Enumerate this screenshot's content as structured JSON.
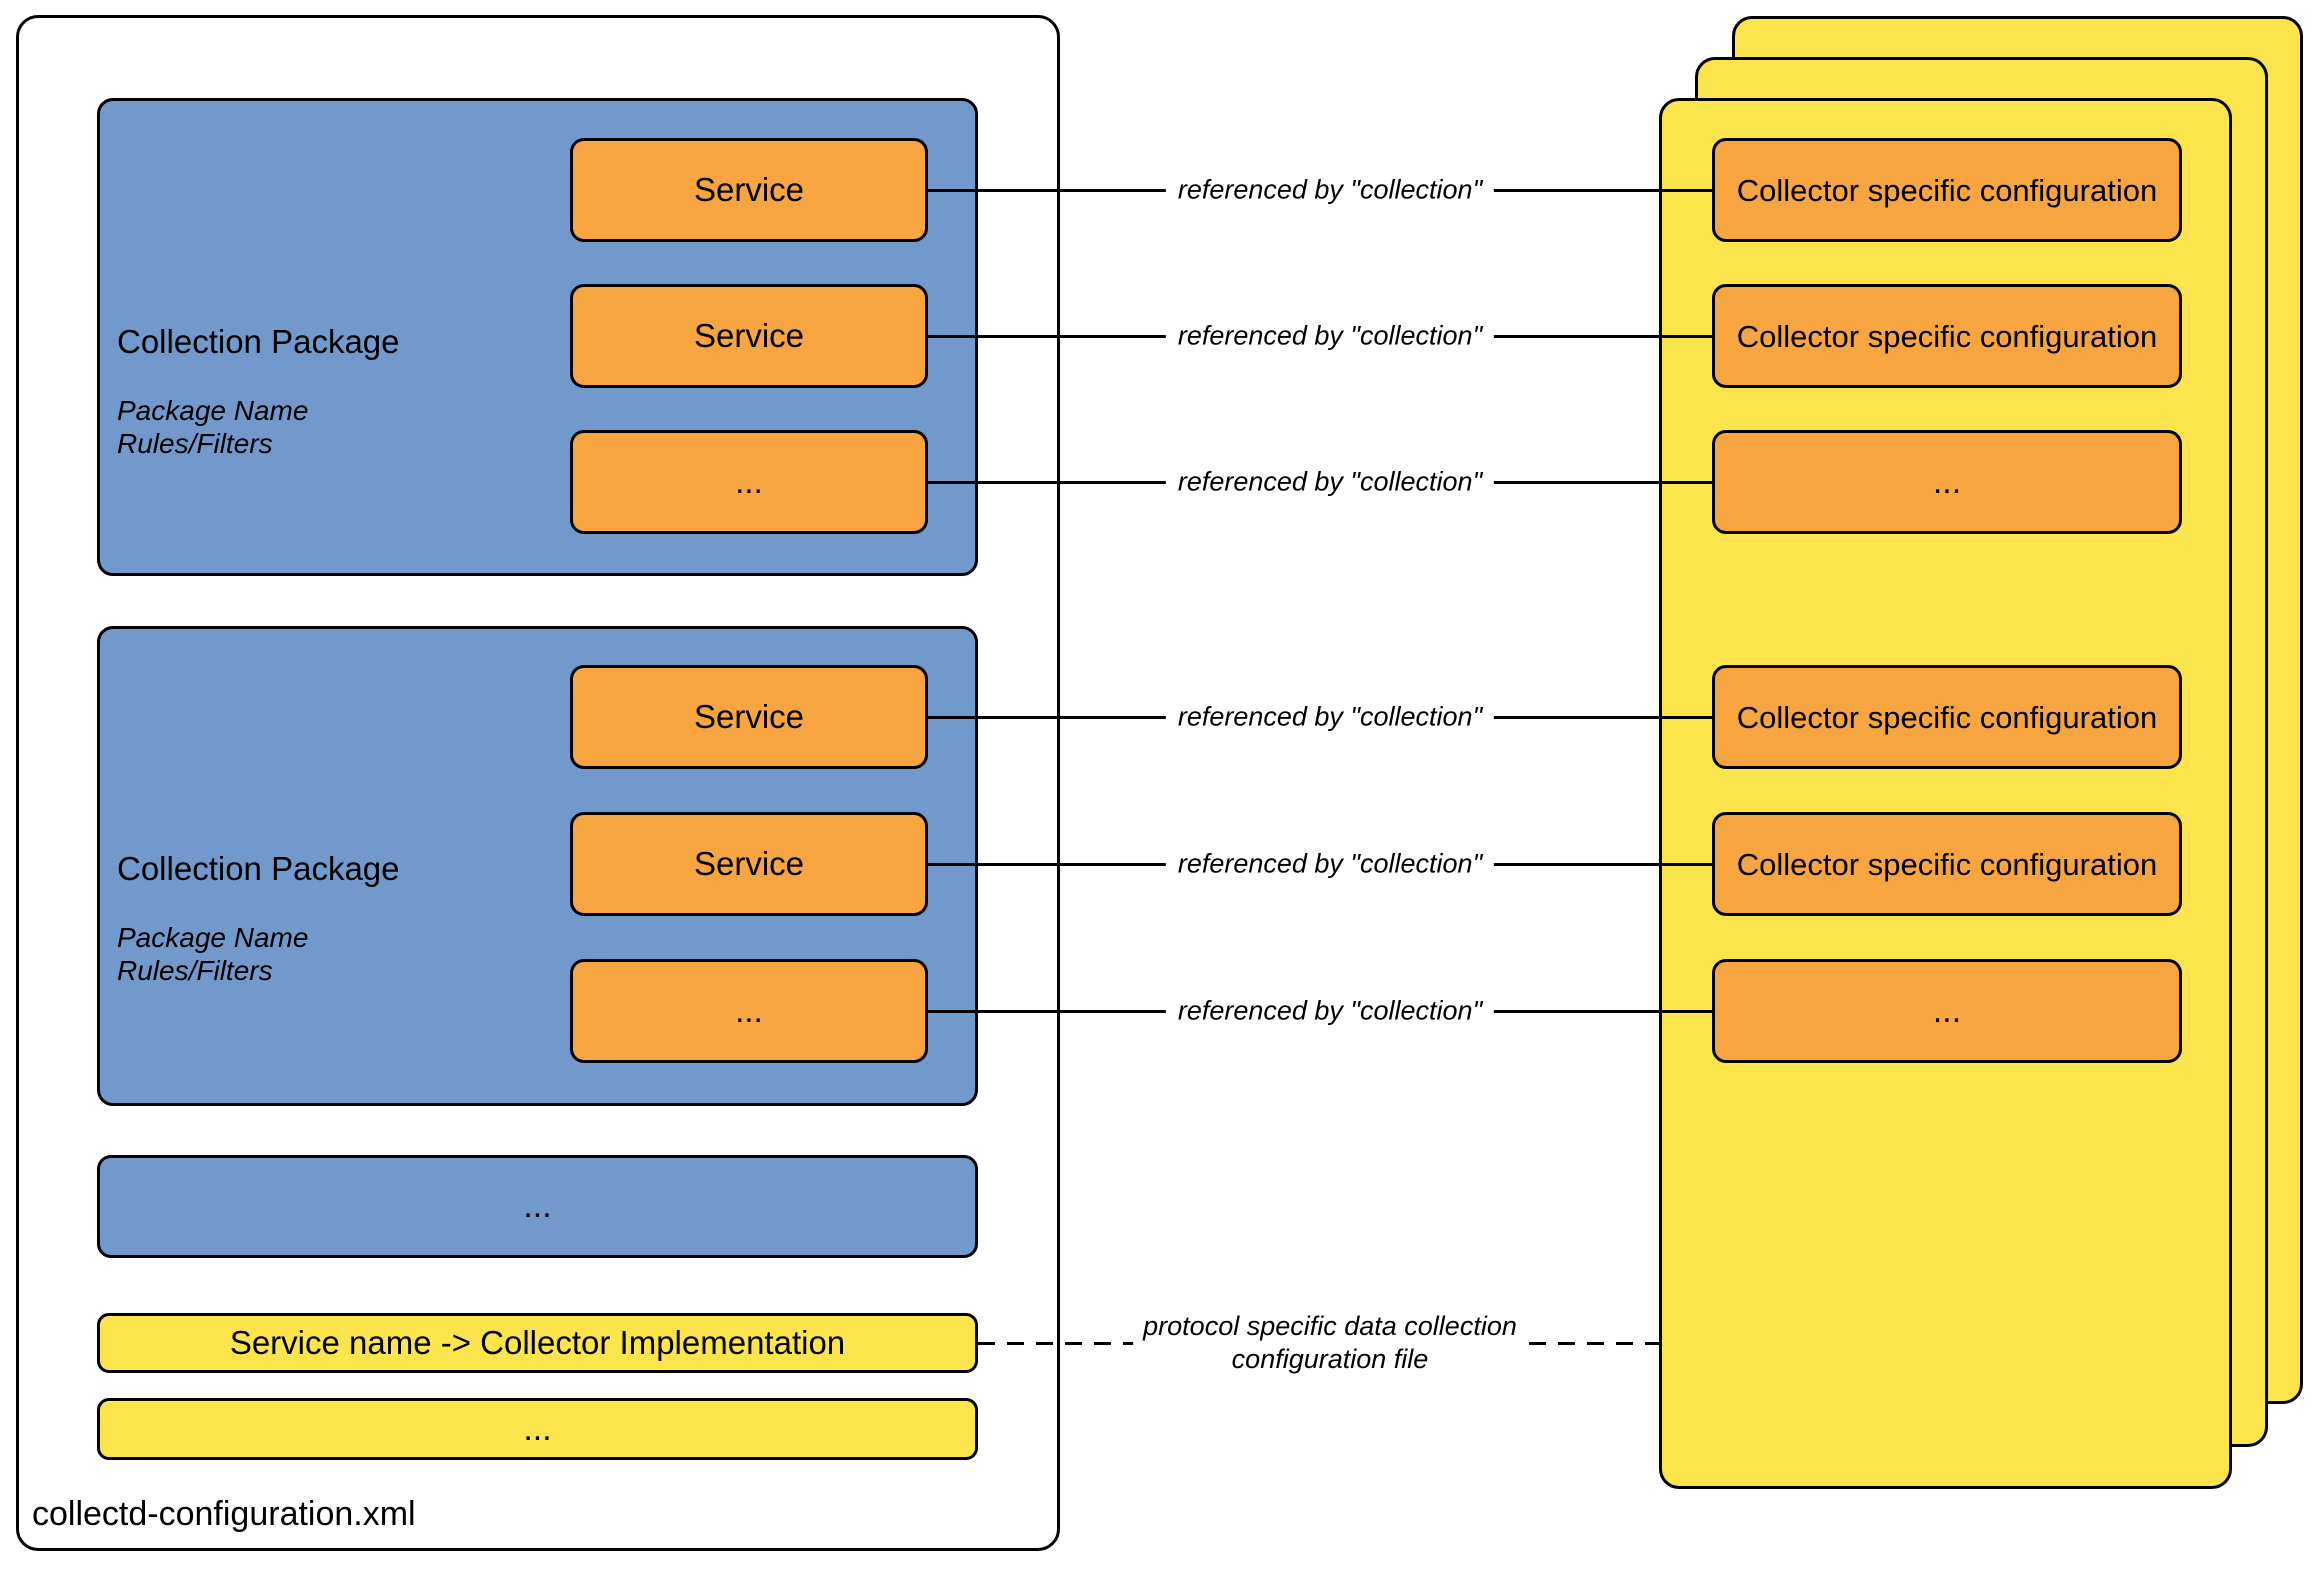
{
  "colors": {
    "blue": "#7299CB",
    "orange": "#F7A540",
    "yellow": "#FBE44C",
    "border": "#000000",
    "background": "#FFFFFF"
  },
  "left_container": {
    "filename_label": "collectd-configuration.xml",
    "packages": [
      {
        "title": "Collection Package",
        "subtitle_lines": [
          "Package Name",
          "Rules/Filters"
        ],
        "services": [
          "Service",
          "Service",
          "..."
        ]
      },
      {
        "title": "Collection Package",
        "subtitle_lines": [
          "Package Name",
          "Rules/Filters"
        ],
        "services": [
          "Service",
          "Service",
          "..."
        ]
      }
    ],
    "more_packages_label": "...",
    "mapping_box_label": "Service name -> Collector Implementation",
    "more_mappings_label": "..."
  },
  "right_stack": {
    "boxes": [
      "Collector specific configuration",
      "Collector specific configuration",
      "...",
      "Collector specific configuration",
      "Collector specific configuration",
      "..."
    ]
  },
  "connectors": {
    "reference_label": "referenced by \"collection\"",
    "file_label_lines": [
      "protocol specific data collection",
      "configuration file"
    ]
  }
}
